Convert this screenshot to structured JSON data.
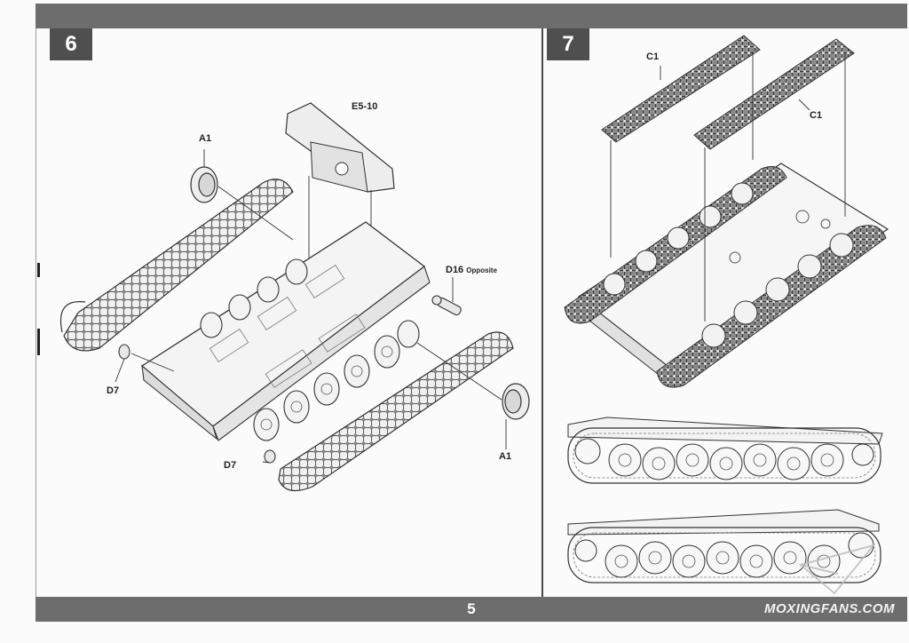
{
  "page_number": "5",
  "watermark": "MOXINGFANS.COM",
  "steps": [
    {
      "number": "6",
      "callouts": {
        "e5_10": "E5-10",
        "a1_left": "A1",
        "a1_right": "A1",
        "d16": "D16",
        "d16_note": "Opposite",
        "d7_left": "D7",
        "d7_bottom": "D7"
      }
    },
    {
      "number": "7",
      "callouts": {
        "c1_left": "C1",
        "c1_right": "C1"
      }
    }
  ],
  "colors": {
    "bar": "#6d6d6d",
    "step_box": "#4f4f4f",
    "line_art": "#333333"
  }
}
